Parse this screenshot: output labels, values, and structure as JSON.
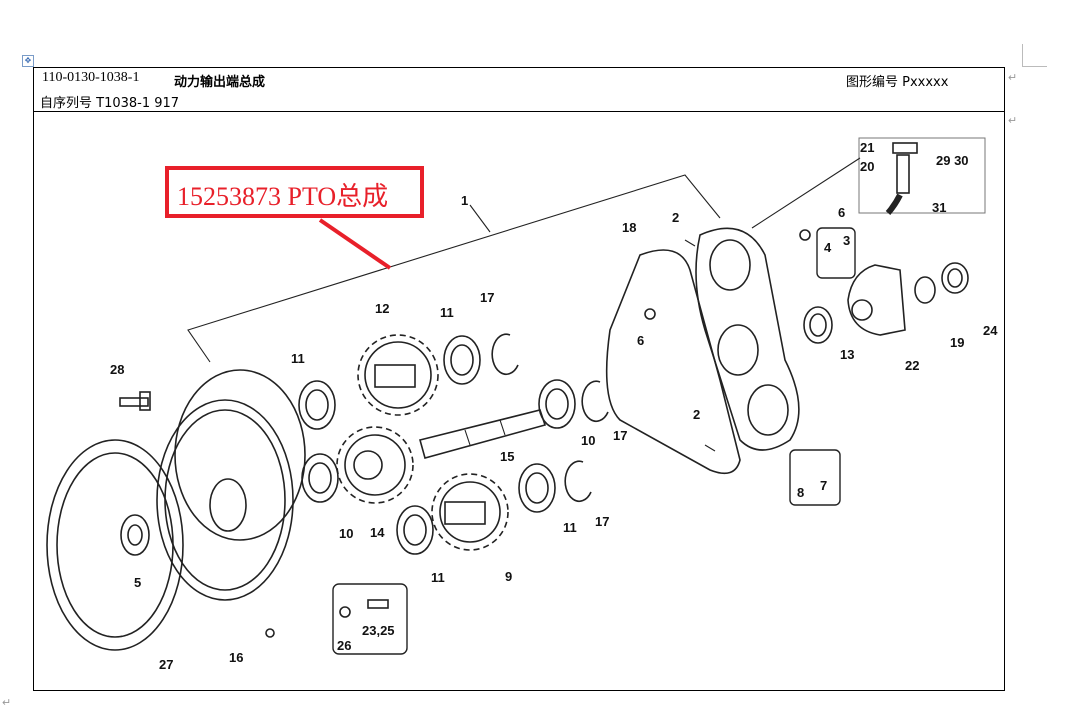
{
  "header": {
    "part_number": "110-0130-1038-1",
    "title": "动力输出端总成",
    "drawing_number": "图形编号  Pxxxxx",
    "serial": "自序列号  T1038-1 917"
  },
  "annotation": {
    "text": "15253873  PTO总成",
    "color": "#e8202a"
  },
  "diagram": {
    "labels": [
      "1",
      "2",
      "18",
      "6",
      "4",
      "3",
      "21",
      "20",
      "29 30",
      "31",
      "12",
      "11",
      "17",
      "11",
      "28",
      "6",
      "13",
      "22",
      "19",
      "24",
      "15",
      "10",
      "17",
      "2",
      "8",
      "7",
      "10",
      "14",
      "11",
      "17",
      "11",
      "9",
      "5",
      "26",
      "23,25",
      "16",
      "27"
    ]
  },
  "paragraph_mark": "↵"
}
